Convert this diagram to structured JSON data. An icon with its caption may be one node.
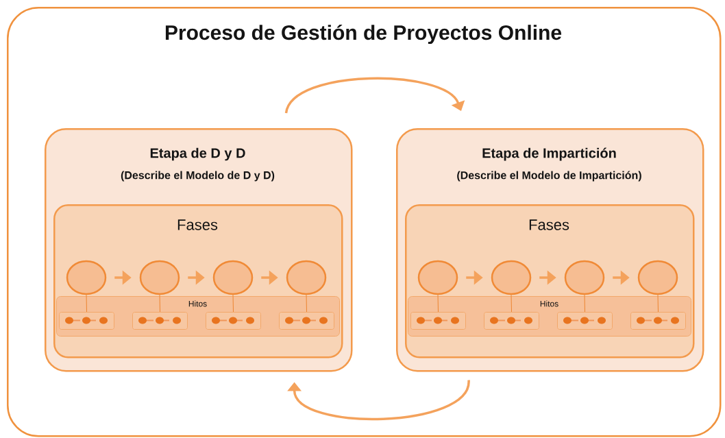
{
  "diagram": {
    "nodes": [
      {
        "text": [
          "Proceso de Gestión de Proyectos Online"
        ]
      },
      {
        "text": [
          "Etapa de D y D",
          "(Describe el Modelo de D y D)"
        ],
        "in": 0
      },
      {
        "text": [
          "Fases"
        ],
        "in": 1
      },
      {
        "text": [],
        "shape": "circle",
        "in": 2
      },
      {
        "text": [],
        "shape": "circle",
        "in": 2
      },
      {
        "text": [],
        "shape": "circle",
        "in": 2
      },
      {
        "text": [],
        "shape": "circle",
        "in": 2
      },
      {
        "text": [
          "Hitos"
        ],
        "in": 2
      },
      {
        "text": [],
        "shape": "box",
        "in": 7
      },
      {
        "text": [],
        "shape": "box",
        "in": 7
      },
      {
        "text": [],
        "shape": "box",
        "in": 7
      },
      {
        "text": [],
        "shape": "box",
        "in": 7
      },
      {
        "text": [
          "Etapa de Impartición",
          "(Describe el Modelo de Impartición)"
        ],
        "in": 0
      },
      {
        "text": [
          "Fases"
        ],
        "in": 12
      },
      {
        "text": [],
        "shape": "circle",
        "in": 13
      },
      {
        "text": [],
        "shape": "circle",
        "in": 13
      },
      {
        "text": [],
        "shape": "circle",
        "in": 13
      },
      {
        "text": [],
        "shape": "circle",
        "in": 13
      },
      {
        "text": [
          "Hitos"
        ],
        "in": 13
      },
      {
        "text": [],
        "shape": "box",
        "in": 18
      },
      {
        "text": [],
        "shape": "box",
        "in": 18
      },
      {
        "text": [],
        "shape": "box",
        "in": 18
      },
      {
        "text": [],
        "shape": "box",
        "in": 18
      }
    ],
    "edges": [
      {
        "from": 1,
        "to": 12,
        "arrow": "to",
        "style": "thick"
      },
      {
        "from": 12,
        "to": 1,
        "arrow": "to",
        "style": "thick"
      },
      {
        "from": 3,
        "to": 4,
        "arrow": "to",
        "style": "thick"
      },
      {
        "from": 4,
        "to": 5,
        "arrow": "to",
        "style": "thick"
      },
      {
        "from": 5,
        "to": 6,
        "arrow": "to",
        "style": "thick"
      },
      {
        "from": 3,
        "to": 8,
        "arrow": "none"
      },
      {
        "from": 4,
        "to": 9,
        "arrow": "none"
      },
      {
        "from": 5,
        "to": 10,
        "arrow": "none"
      },
      {
        "from": 6,
        "to": 11,
        "arrow": "none"
      },
      {
        "from": 14,
        "to": 15,
        "arrow": "to",
        "style": "thick"
      },
      {
        "from": 15,
        "to": 16,
        "arrow": "to",
        "style": "thick"
      },
      {
        "from": 16,
        "to": 17,
        "arrow": "to",
        "style": "thick"
      },
      {
        "from": 14,
        "to": 19,
        "arrow": "none"
      },
      {
        "from": 15,
        "to": 20,
        "arrow": "none"
      },
      {
        "from": 16,
        "to": 21,
        "arrow": "none"
      },
      {
        "from": 17,
        "to": 22,
        "arrow": "none"
      }
    ]
  }
}
